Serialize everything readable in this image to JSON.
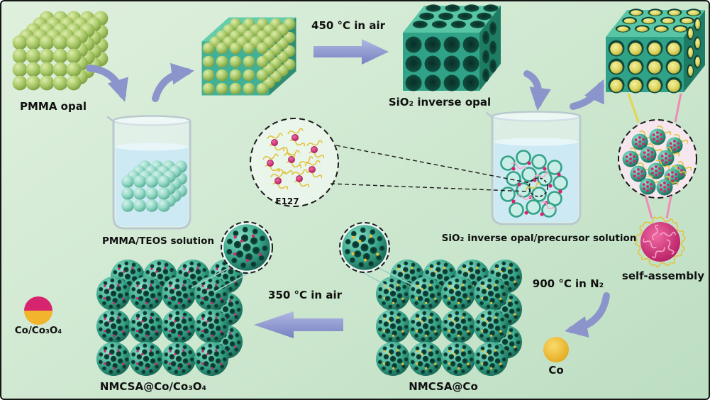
{
  "figure": {
    "type": "materials-synthesis-scheme"
  },
  "labels": {
    "pmma_opal": "PMMA opal",
    "pmma_teos_solution": "PMMA/TEOS solution",
    "step_450": "450 °C in air",
    "sio2_inverse_opal": "SiO₂ inverse opal",
    "f127": "F127",
    "sio2_precursor_solution": "SiO₂ inverse opal/precursor solution",
    "self_assembly": "self-assembly",
    "step_900": "900 °C in N₂",
    "legend_co": "Co",
    "nmcsa_co": "NMCSA@Co",
    "step_350": "350 °C in air",
    "nmcsa_co_co3o4": "NMCSA@Co/Co₃O₄",
    "legend_co_co3o4": "Co/Co₃O₄"
  },
  "colors": {
    "background_green": "#cde7cf",
    "pmma_sphere_green": "#a9c968",
    "silica_teal": "#37a68a",
    "hole_dark_teal": "#0e4a3c",
    "micelle_magenta": "#d6246e",
    "cobalt_yellow": "#f0c030",
    "arrow_purple": "#8b95cc",
    "liquid_blue": "#cdeaf4",
    "text": "#101010"
  }
}
